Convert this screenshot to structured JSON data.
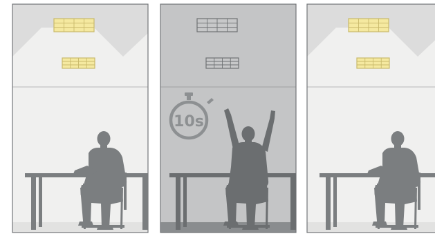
{
  "scene": {
    "panels": [
      {
        "state": "lights-on"
      },
      {
        "state": "lights-off"
      },
      {
        "state": "lights-on"
      }
    ],
    "timer": {
      "label": "10s"
    },
    "colors": {
      "wall_light": "#f0f0ef",
      "wall_dark": "#c4c5c6",
      "floor_light": "#e2e2e1",
      "floor_dark": "#8a8d8f",
      "ceiling_light": "#f0f0ef",
      "ceiling_dark": "#c4c5c6",
      "ceiling_beam": "#dcdcdc",
      "frame": "#737678",
      "figure_light": "#7b7e80",
      "figure_dark": "#6b6e70",
      "lamp_on_fill": "#f5e9a0",
      "lamp_on_line": "#c9b96a",
      "lamp_off_fill": "#c7c8c9",
      "lamp_off_line": "#6e7173",
      "timer": "#8d9092"
    }
  }
}
